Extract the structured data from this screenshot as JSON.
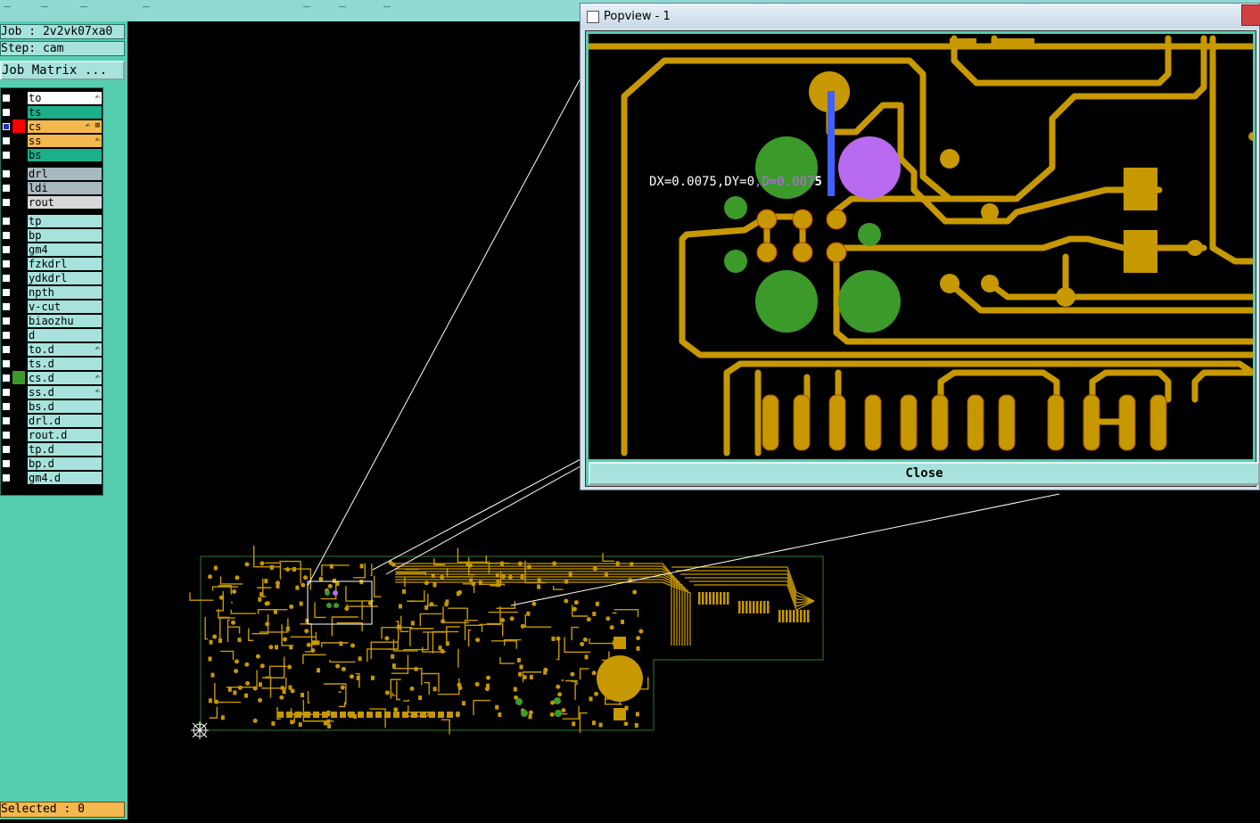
{
  "job": {
    "job_label": "Job : 2v2vk07xa0",
    "step_label": "Step: cam",
    "matrix_button": "Job Matrix ..."
  },
  "layers": [
    {
      "name": "to",
      "bg": "#ffffff",
      "swatch": "#000000",
      "checked": false,
      "mark": "✍"
    },
    {
      "name": "ts",
      "bg": "#1bb08a",
      "swatch": "#000000",
      "checked": false,
      "mark": ""
    },
    {
      "name": "cs",
      "bg": "#f5b84e",
      "swatch": "#ff0000",
      "checked": true,
      "mark": "✍ ⊞"
    },
    {
      "name": "ss",
      "bg": "#f5b84e",
      "swatch": "#000000",
      "checked": false,
      "mark": "✍"
    },
    {
      "name": "bs",
      "bg": "#1bb08a",
      "swatch": "#000000",
      "checked": false,
      "mark": ""
    },
    {
      "name": "drl",
      "bg": "#a9b9c0",
      "swatch": "#000000",
      "checked": false,
      "mark": ""
    },
    {
      "name": "ldi",
      "bg": "#a9b9c0",
      "swatch": "#000000",
      "checked": false,
      "mark": ""
    },
    {
      "name": "rout",
      "bg": "#d8d8d8",
      "swatch": "#000000",
      "checked": false,
      "mark": ""
    },
    {
      "name": "tp",
      "bg": "#a7e3dc",
      "swatch": "#000000",
      "checked": false,
      "mark": ""
    },
    {
      "name": "bp",
      "bg": "#a7e3dc",
      "swatch": "#000000",
      "checked": false,
      "mark": ""
    },
    {
      "name": "gm4",
      "bg": "#a7e3dc",
      "swatch": "#000000",
      "checked": false,
      "mark": ""
    },
    {
      "name": "fzkdrl",
      "bg": "#a7e3dc",
      "swatch": "#000000",
      "checked": false,
      "mark": ""
    },
    {
      "name": "ydkdrl",
      "bg": "#a7e3dc",
      "swatch": "#000000",
      "checked": false,
      "mark": ""
    },
    {
      "name": "npth",
      "bg": "#a7e3dc",
      "swatch": "#000000",
      "checked": false,
      "mark": ""
    },
    {
      "name": "v-cut",
      "bg": "#a7e3dc",
      "swatch": "#000000",
      "checked": false,
      "mark": ""
    },
    {
      "name": "biaozhu",
      "bg": "#a7e3dc",
      "swatch": "#000000",
      "checked": false,
      "mark": ""
    },
    {
      "name": "d",
      "bg": "#a7e3dc",
      "swatch": "#000000",
      "checked": false,
      "mark": ""
    },
    {
      "name": "to.d",
      "bg": "#a7e3dc",
      "swatch": "#000000",
      "checked": false,
      "mark": "✍"
    },
    {
      "name": "ts.d",
      "bg": "#a7e3dc",
      "swatch": "#000000",
      "checked": false,
      "mark": ""
    },
    {
      "name": "cs.d",
      "bg": "#a7e3dc",
      "swatch": "#3c9a2a",
      "checked": false,
      "mark": "✍"
    },
    {
      "name": "ss.d",
      "bg": "#a7e3dc",
      "swatch": "#000000",
      "checked": false,
      "mark": "✍"
    },
    {
      "name": "bs.d",
      "bg": "#a7e3dc",
      "swatch": "#000000",
      "checked": false,
      "mark": ""
    },
    {
      "name": "drl.d",
      "bg": "#a7e3dc",
      "swatch": "#000000",
      "checked": false,
      "mark": ""
    },
    {
      "name": "rout.d",
      "bg": "#a7e3dc",
      "swatch": "#000000",
      "checked": false,
      "mark": ""
    },
    {
      "name": "tp.d",
      "bg": "#a7e3dc",
      "swatch": "#000000",
      "checked": false,
      "mark": ""
    },
    {
      "name": "bp.d",
      "bg": "#a7e3dc",
      "swatch": "#000000",
      "checked": false,
      "mark": ""
    },
    {
      "name": "gm4.d",
      "bg": "#a7e3dc",
      "swatch": "#000000",
      "checked": false,
      "mark": ""
    }
  ],
  "status": {
    "selected_label": "Selected : 0"
  },
  "popview": {
    "title": "Popview - 1",
    "measure_white": "DX=0.0075,DY=0",
    "measure_purple": ",D=0.007",
    "measure_digit": "5",
    "close_label": "Close"
  },
  "colors": {
    "trace": "#c79800",
    "pad_green": "#3c9a2a",
    "pad_purple": "#b86af0",
    "measure_line": "#4060ff",
    "panel": "#55ceb0",
    "field": "#a7e3dc"
  }
}
